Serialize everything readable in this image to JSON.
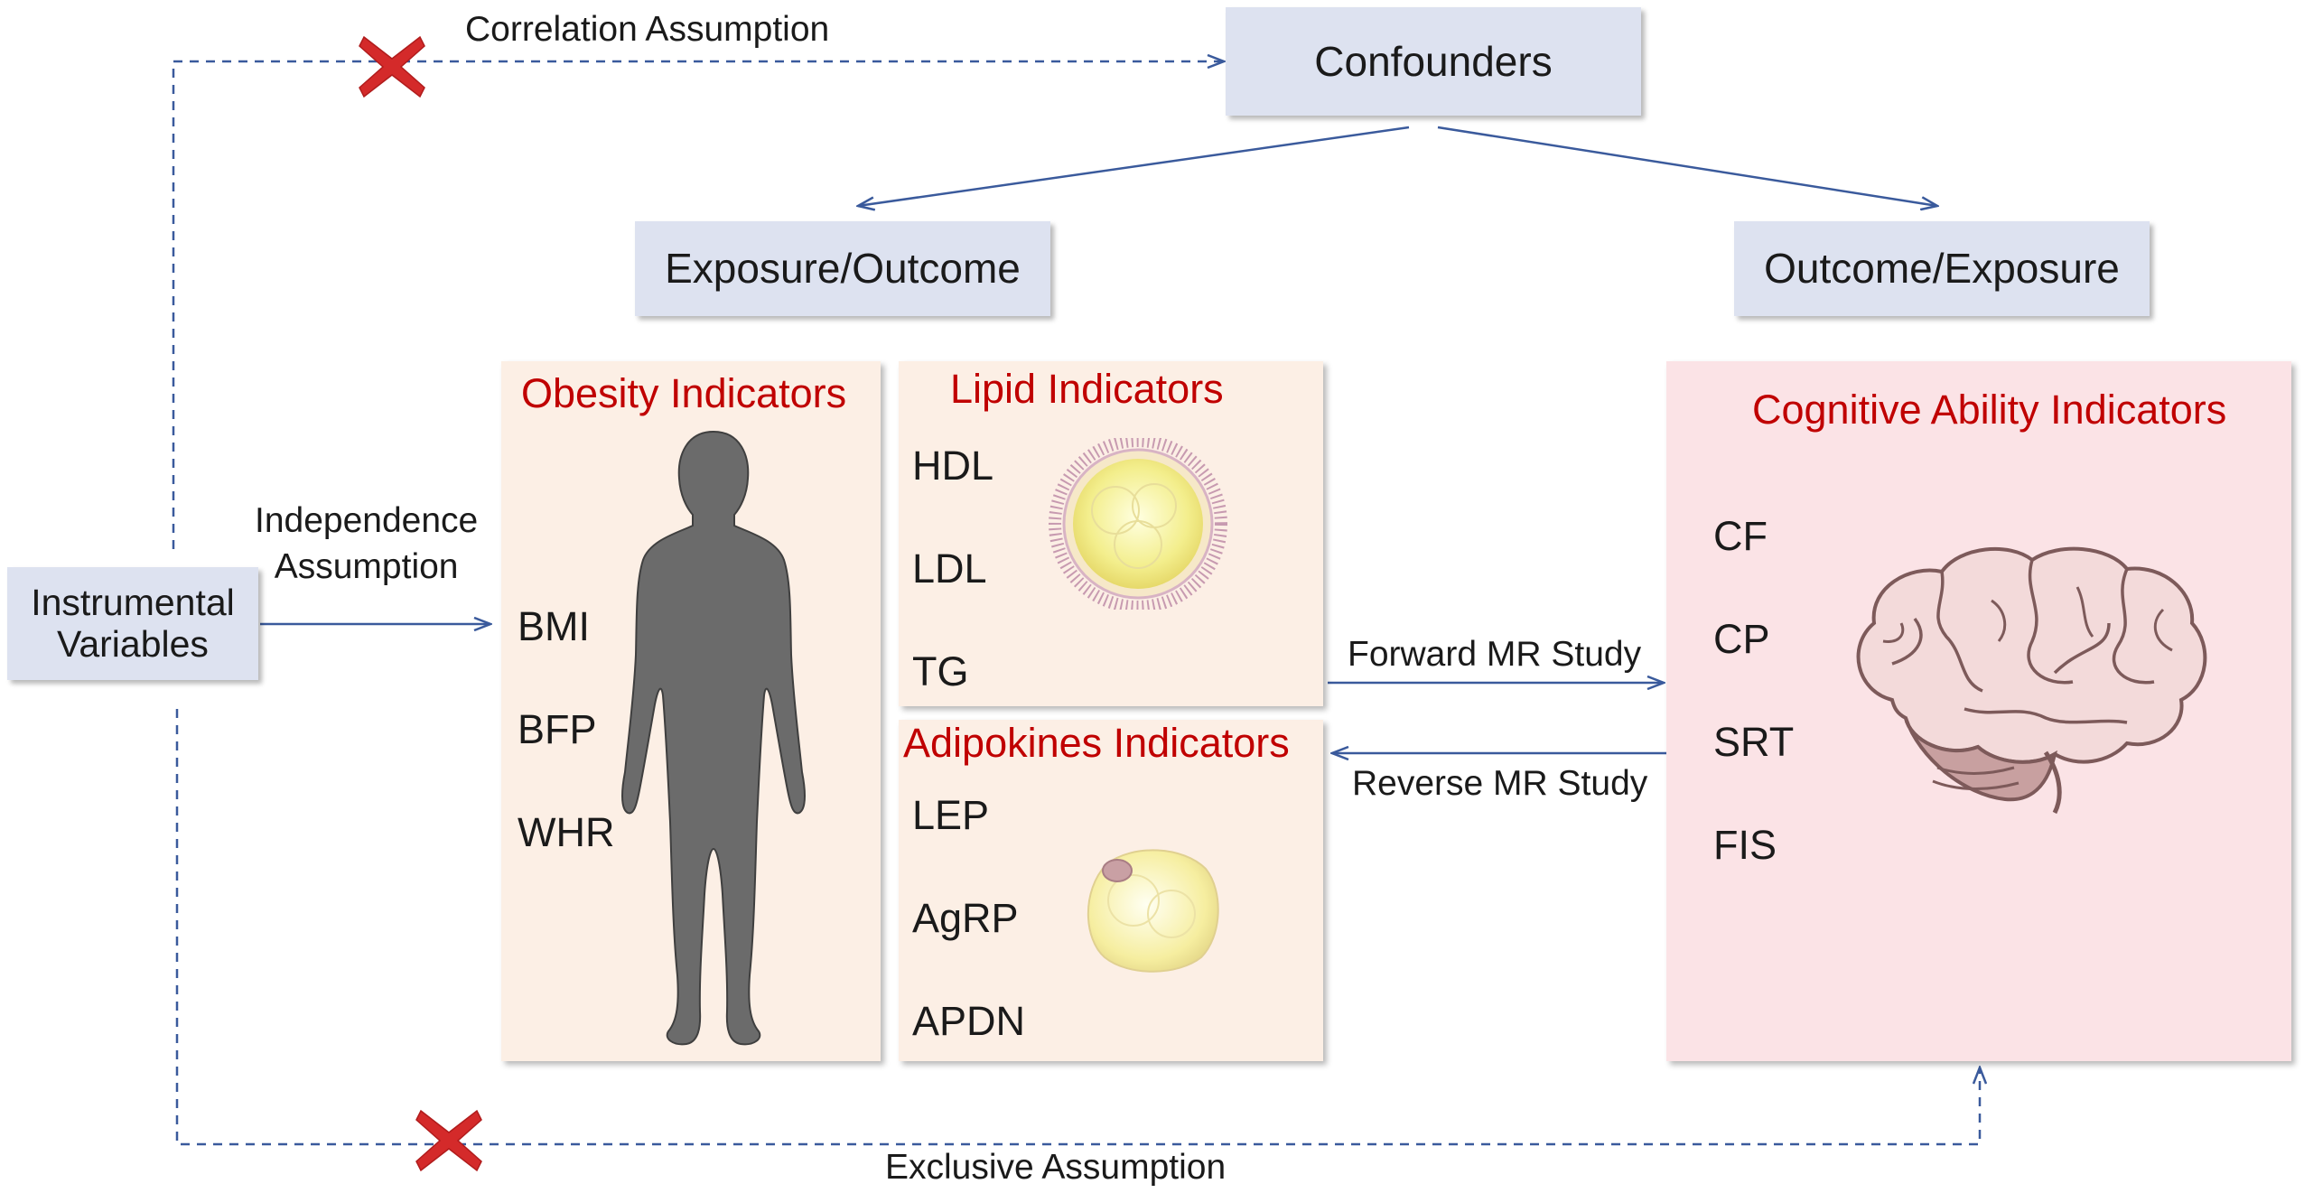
{
  "nodes": {
    "confounders": "Confounders",
    "exposure_outcome": "Exposure/Outcome",
    "outcome_exposure": "Outcome/Exposure",
    "instrumental_variables_line1": "Instrumental",
    "instrumental_variables_line2": "Variables"
  },
  "assumptions": {
    "correlation": "Correlation Assumption",
    "independence_line1": "Independence",
    "independence_line2": "Assumption",
    "exclusive": "Exclusive Assumption"
  },
  "studies": {
    "forward": "Forward MR Study",
    "reverse": "Reverse MR Study"
  },
  "panels": {
    "obesity": {
      "title": "Obesity Indicators",
      "items": [
        "BMI",
        "BFP",
        "WHR"
      ]
    },
    "lipid": {
      "title": "Lipid Indicators",
      "items": [
        "HDL",
        "LDL",
        "TG"
      ]
    },
    "adipokines": {
      "title": "Adipokines Indicators",
      "items": [
        "LEP",
        "AgRP",
        "APDN"
      ]
    },
    "cognitive": {
      "title": "Cognitive Ability Indicators",
      "items": [
        "CF",
        "CP",
        "SRT",
        "FIS"
      ]
    }
  },
  "icons": {
    "cross_marks": [
      "red-x-icon",
      "red-x-icon"
    ],
    "human_body": "human-silhouette-icon",
    "lipoprotein": "lipoprotein-icon",
    "adipocyte": "fat-cell-icon",
    "brain": "brain-icon"
  },
  "colors": {
    "arrow": "#3a5a9c",
    "title_red": "#c00000",
    "cross_red": "#d42a2a",
    "node_fill": "#dde2f0",
    "panel_peach": "#fcefe5",
    "panel_pink": "#fbe3e6"
  }
}
